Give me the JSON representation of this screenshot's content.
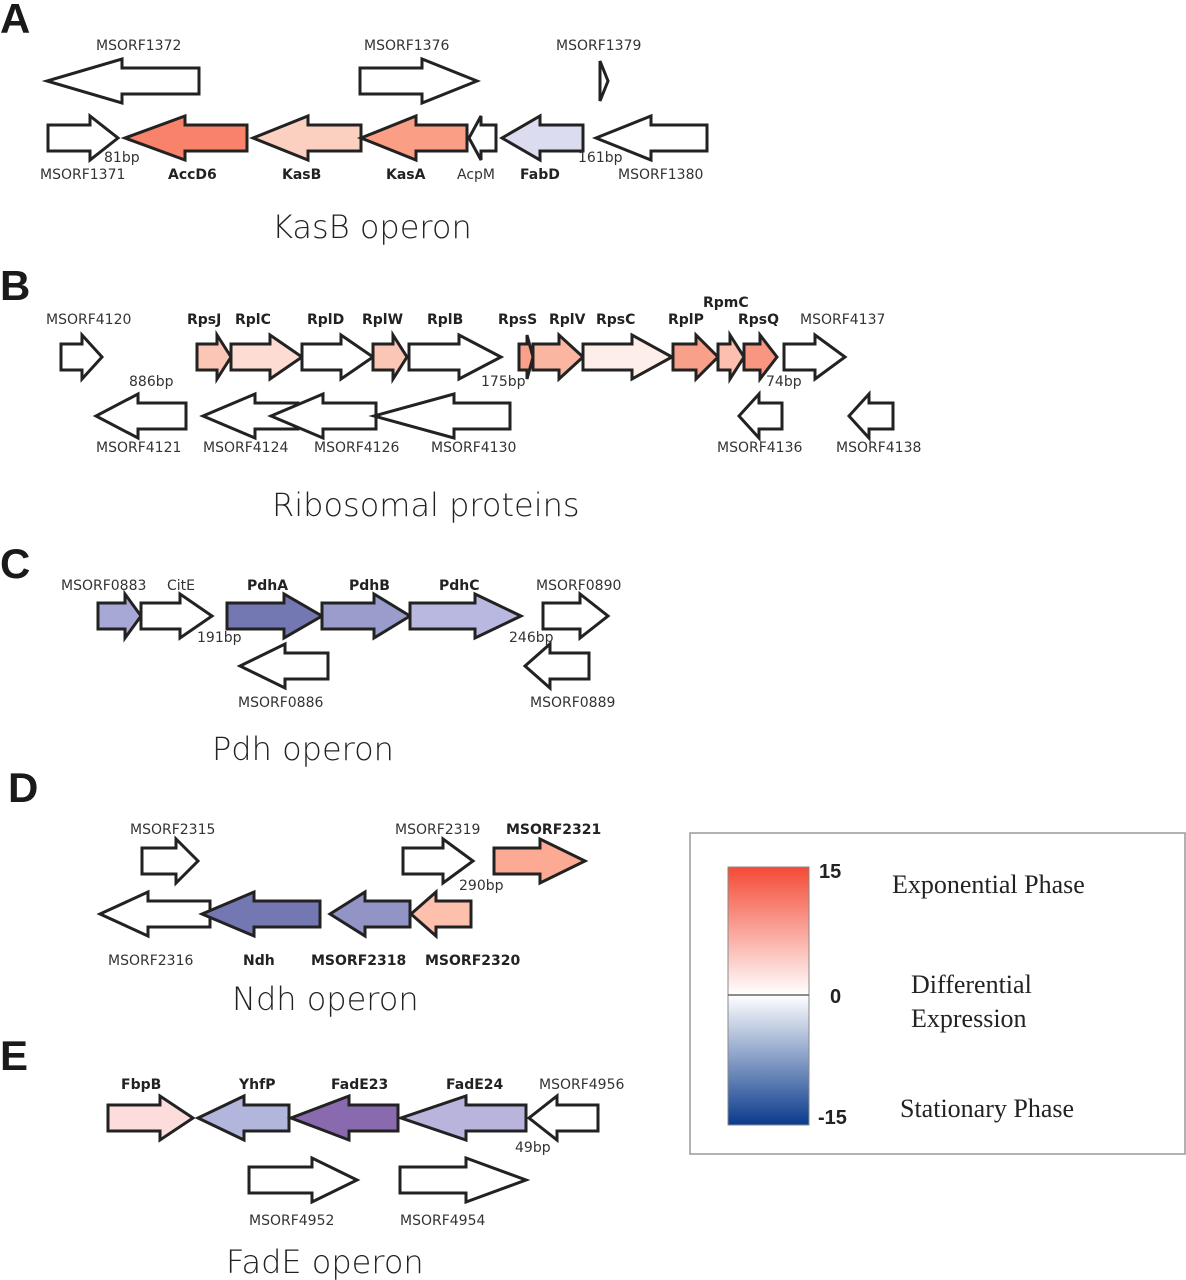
{
  "panels": [
    {
      "letter": "A",
      "title": "KasB operon",
      "genes": [
        {
          "name": "MSORF1372",
          "bold": false,
          "dir": "left",
          "color": "#ffffff",
          "lane": "top"
        },
        {
          "name": "MSORF1376",
          "bold": false,
          "dir": "right",
          "color": "#ffffff",
          "lane": "top"
        },
        {
          "name": "MSORF1379",
          "bold": false,
          "dir": "right",
          "color": "#ffffff",
          "lane": "top"
        },
        {
          "name": "MSORF1371",
          "bold": false,
          "dir": "right",
          "color": "#ffffff",
          "lane": "main"
        },
        {
          "name": "AccD6",
          "bold": true,
          "dir": "left",
          "color": "#f8826a",
          "lane": "main"
        },
        {
          "name": "KasB",
          "bold": true,
          "dir": "left",
          "color": "#fcd0c0",
          "lane": "main"
        },
        {
          "name": "KasA",
          "bold": true,
          "dir": "left",
          "color": "#fa9e86",
          "lane": "main"
        },
        {
          "name": "AcpM",
          "bold": false,
          "dir": "left",
          "color": "#ffffff",
          "lane": "main"
        },
        {
          "name": "FabD",
          "bold": true,
          "dir": "left",
          "color": "#dcdcf0",
          "lane": "main"
        },
        {
          "name": "MSORF1380",
          "bold": false,
          "dir": "left",
          "color": "#ffffff",
          "lane": "main"
        }
      ],
      "spacers": [
        "81bp",
        "161bp"
      ]
    },
    {
      "letter": "B",
      "title": "Ribosomal proteins",
      "genes": [
        {
          "name": "MSORF4120",
          "bold": false,
          "dir": "right",
          "color": "#ffffff",
          "lane": "main"
        },
        {
          "name": "RpsJ",
          "bold": true,
          "dir": "right",
          "color": "#fcc6b6",
          "lane": "main"
        },
        {
          "name": "RplC",
          "bold": true,
          "dir": "right",
          "color": "#fddcd4",
          "lane": "main"
        },
        {
          "name": "RplD",
          "bold": true,
          "dir": "right",
          "color": "#ffffff",
          "lane": "main"
        },
        {
          "name": "RplW",
          "bold": true,
          "dir": "right",
          "color": "#fcc6b6",
          "lane": "main"
        },
        {
          "name": "RplB",
          "bold": true,
          "dir": "right",
          "color": "#ffffff",
          "lane": "main"
        },
        {
          "name": "RpsS",
          "bold": true,
          "dir": "right",
          "color": "#f9a08a",
          "lane": "main"
        },
        {
          "name": "RplV",
          "bold": true,
          "dir": "right",
          "color": "#fbb6a2",
          "lane": "main"
        },
        {
          "name": "RpsC",
          "bold": true,
          "dir": "right",
          "color": "#fdeeea",
          "lane": "main"
        },
        {
          "name": "RplP",
          "bold": true,
          "dir": "right",
          "color": "#f9a08a",
          "lane": "main"
        },
        {
          "name": "RpmC",
          "bold": true,
          "dir": "right",
          "color": "#fbc0b0",
          "lane": "main"
        },
        {
          "name": "RpsQ",
          "bold": true,
          "dir": "right",
          "color": "#f89682",
          "lane": "main"
        },
        {
          "name": "MSORF4137",
          "bold": false,
          "dir": "right",
          "color": "#ffffff",
          "lane": "main"
        },
        {
          "name": "MSORF4121",
          "bold": false,
          "dir": "left",
          "color": "#ffffff",
          "lane": "bottom"
        },
        {
          "name": "MSORF4124",
          "bold": false,
          "dir": "left",
          "color": "#ffffff",
          "lane": "bottom"
        },
        {
          "name": "MSORF4126",
          "bold": false,
          "dir": "left",
          "color": "#ffffff",
          "lane": "bottom"
        },
        {
          "name": "MSORF4130",
          "bold": false,
          "dir": "left",
          "color": "#ffffff",
          "lane": "bottom"
        },
        {
          "name": "MSORF4136",
          "bold": false,
          "dir": "left",
          "color": "#ffffff",
          "lane": "bottom"
        },
        {
          "name": "MSORF4138",
          "bold": false,
          "dir": "left",
          "color": "#ffffff",
          "lane": "bottom"
        }
      ],
      "spacers": [
        "886bp",
        "175bp",
        "74bp"
      ]
    },
    {
      "letter": "C",
      "title": "Pdh operon",
      "genes": [
        {
          "name": "MSORF0883",
          "bold": false,
          "dir": "right",
          "color": "#a8a8d6",
          "lane": "main"
        },
        {
          "name": "CitE",
          "bold": false,
          "dir": "right",
          "color": "#ffffff",
          "lane": "main"
        },
        {
          "name": "PdhA",
          "bold": true,
          "dir": "right",
          "color": "#7478b2",
          "lane": "main"
        },
        {
          "name": "PdhB",
          "bold": true,
          "dir": "right",
          "color": "#9a9ccc",
          "lane": "main"
        },
        {
          "name": "PdhC",
          "bold": true,
          "dir": "right",
          "color": "#b8b8e0",
          "lane": "main"
        },
        {
          "name": "MSORF0890",
          "bold": false,
          "dir": "right",
          "color": "#ffffff",
          "lane": "main"
        },
        {
          "name": "MSORF0886",
          "bold": false,
          "dir": "left",
          "color": "#ffffff",
          "lane": "bottom"
        },
        {
          "name": "MSORF0889",
          "bold": false,
          "dir": "left",
          "color": "#ffffff",
          "lane": "bottom"
        }
      ],
      "spacers": [
        "191bp",
        "246bp"
      ]
    },
    {
      "letter": "D",
      "title": "Ndh operon",
      "genes": [
        {
          "name": "MSORF2315",
          "bold": false,
          "dir": "right",
          "color": "#ffffff",
          "lane": "top"
        },
        {
          "name": "MSORF2319",
          "bold": false,
          "dir": "right",
          "color": "#ffffff",
          "lane": "top"
        },
        {
          "name": "MSORF2321",
          "bold": true,
          "dir": "right",
          "color": "#fcaa94",
          "lane": "top"
        },
        {
          "name": "MSORF2316",
          "bold": false,
          "dir": "left",
          "color": "#ffffff",
          "lane": "main"
        },
        {
          "name": "Ndh",
          "bold": true,
          "dir": "left",
          "color": "#7478b2",
          "lane": "main"
        },
        {
          "name": "MSORF2318",
          "bold": true,
          "dir": "left",
          "color": "#9294c6",
          "lane": "main"
        },
        {
          "name": "MSORF2320",
          "bold": true,
          "dir": "left",
          "color": "#fcc0ac",
          "lane": "main"
        }
      ],
      "spacers": [
        "290bp"
      ]
    },
    {
      "letter": "E",
      "title": "FadE operon",
      "genes": [
        {
          "name": "FbpB",
          "bold": true,
          "dir": "right",
          "color": "#fddcdc",
          "lane": "main"
        },
        {
          "name": "YhfP",
          "bold": true,
          "dir": "left",
          "color": "#b2b6dc",
          "lane": "main"
        },
        {
          "name": "FadE23",
          "bold": true,
          "dir": "left",
          "color": "#8a6aae",
          "lane": "main"
        },
        {
          "name": "FadE24",
          "bold": true,
          "dir": "left",
          "color": "#b8b4dc",
          "lane": "main"
        },
        {
          "name": "MSORF4956",
          "bold": false,
          "dir": "left",
          "color": "#ffffff",
          "lane": "main"
        },
        {
          "name": "MSORF4952",
          "bold": false,
          "dir": "right",
          "color": "#ffffff",
          "lane": "bottom"
        },
        {
          "name": "MSORF4954",
          "bold": false,
          "dir": "right",
          "color": "#ffffff",
          "lane": "bottom"
        }
      ],
      "spacers": [
        "49bp"
      ]
    }
  ],
  "legend": {
    "max_label": "15",
    "mid_label": "0",
    "min_label": "-15",
    "top_text": "Exponential Phase",
    "mid_text_line1": "Differential",
    "mid_text_line2": "Expression",
    "bottom_text": "Stationary Phase",
    "color_max": "#f44a36",
    "color_mid": "#ffffff",
    "color_min": "#0a3a8c"
  }
}
